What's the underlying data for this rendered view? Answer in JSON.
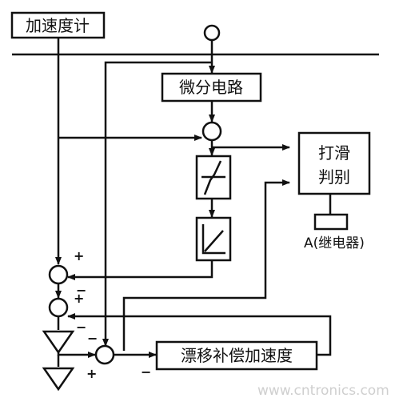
{
  "blocks": {
    "accelerometer": "加速度计",
    "differentiator": "微分电路",
    "slip_judge_line1": "打滑",
    "slip_judge_line2": "判别",
    "relay": "A(继电器)",
    "drift_comp": "漂移补偿加速度"
  },
  "signs": {
    "sum1_top": "+",
    "sum1_left": "−",
    "sum2_top": "+",
    "sum2_left": "−",
    "sum3_top": "−",
    "sum3_bottom": "+",
    "sum3_right": "−"
  },
  "watermark": "www.cntronics.com"
}
